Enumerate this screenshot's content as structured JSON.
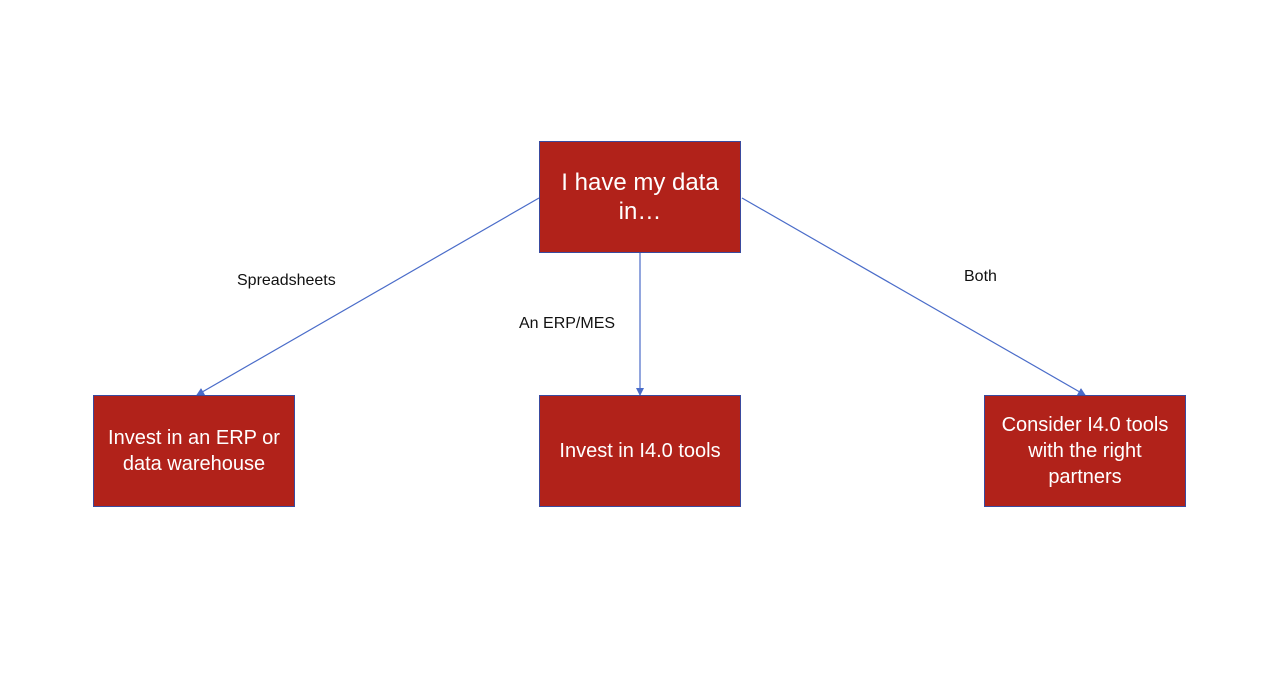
{
  "colors": {
    "node_fill": "#b1221a",
    "node_border": "#3a4a9e",
    "arrow": "#4a6cc9"
  },
  "root": {
    "text": "I have my data in…"
  },
  "edges": [
    {
      "label": "Spreadsheets"
    },
    {
      "label": "An ERP/MES"
    },
    {
      "label": "Both"
    }
  ],
  "outcomes": [
    {
      "text": "Invest in an ERP or data warehouse"
    },
    {
      "text": "Invest in I4.0 tools"
    },
    {
      "text": "Consider I4.0 tools with the right partners"
    }
  ]
}
